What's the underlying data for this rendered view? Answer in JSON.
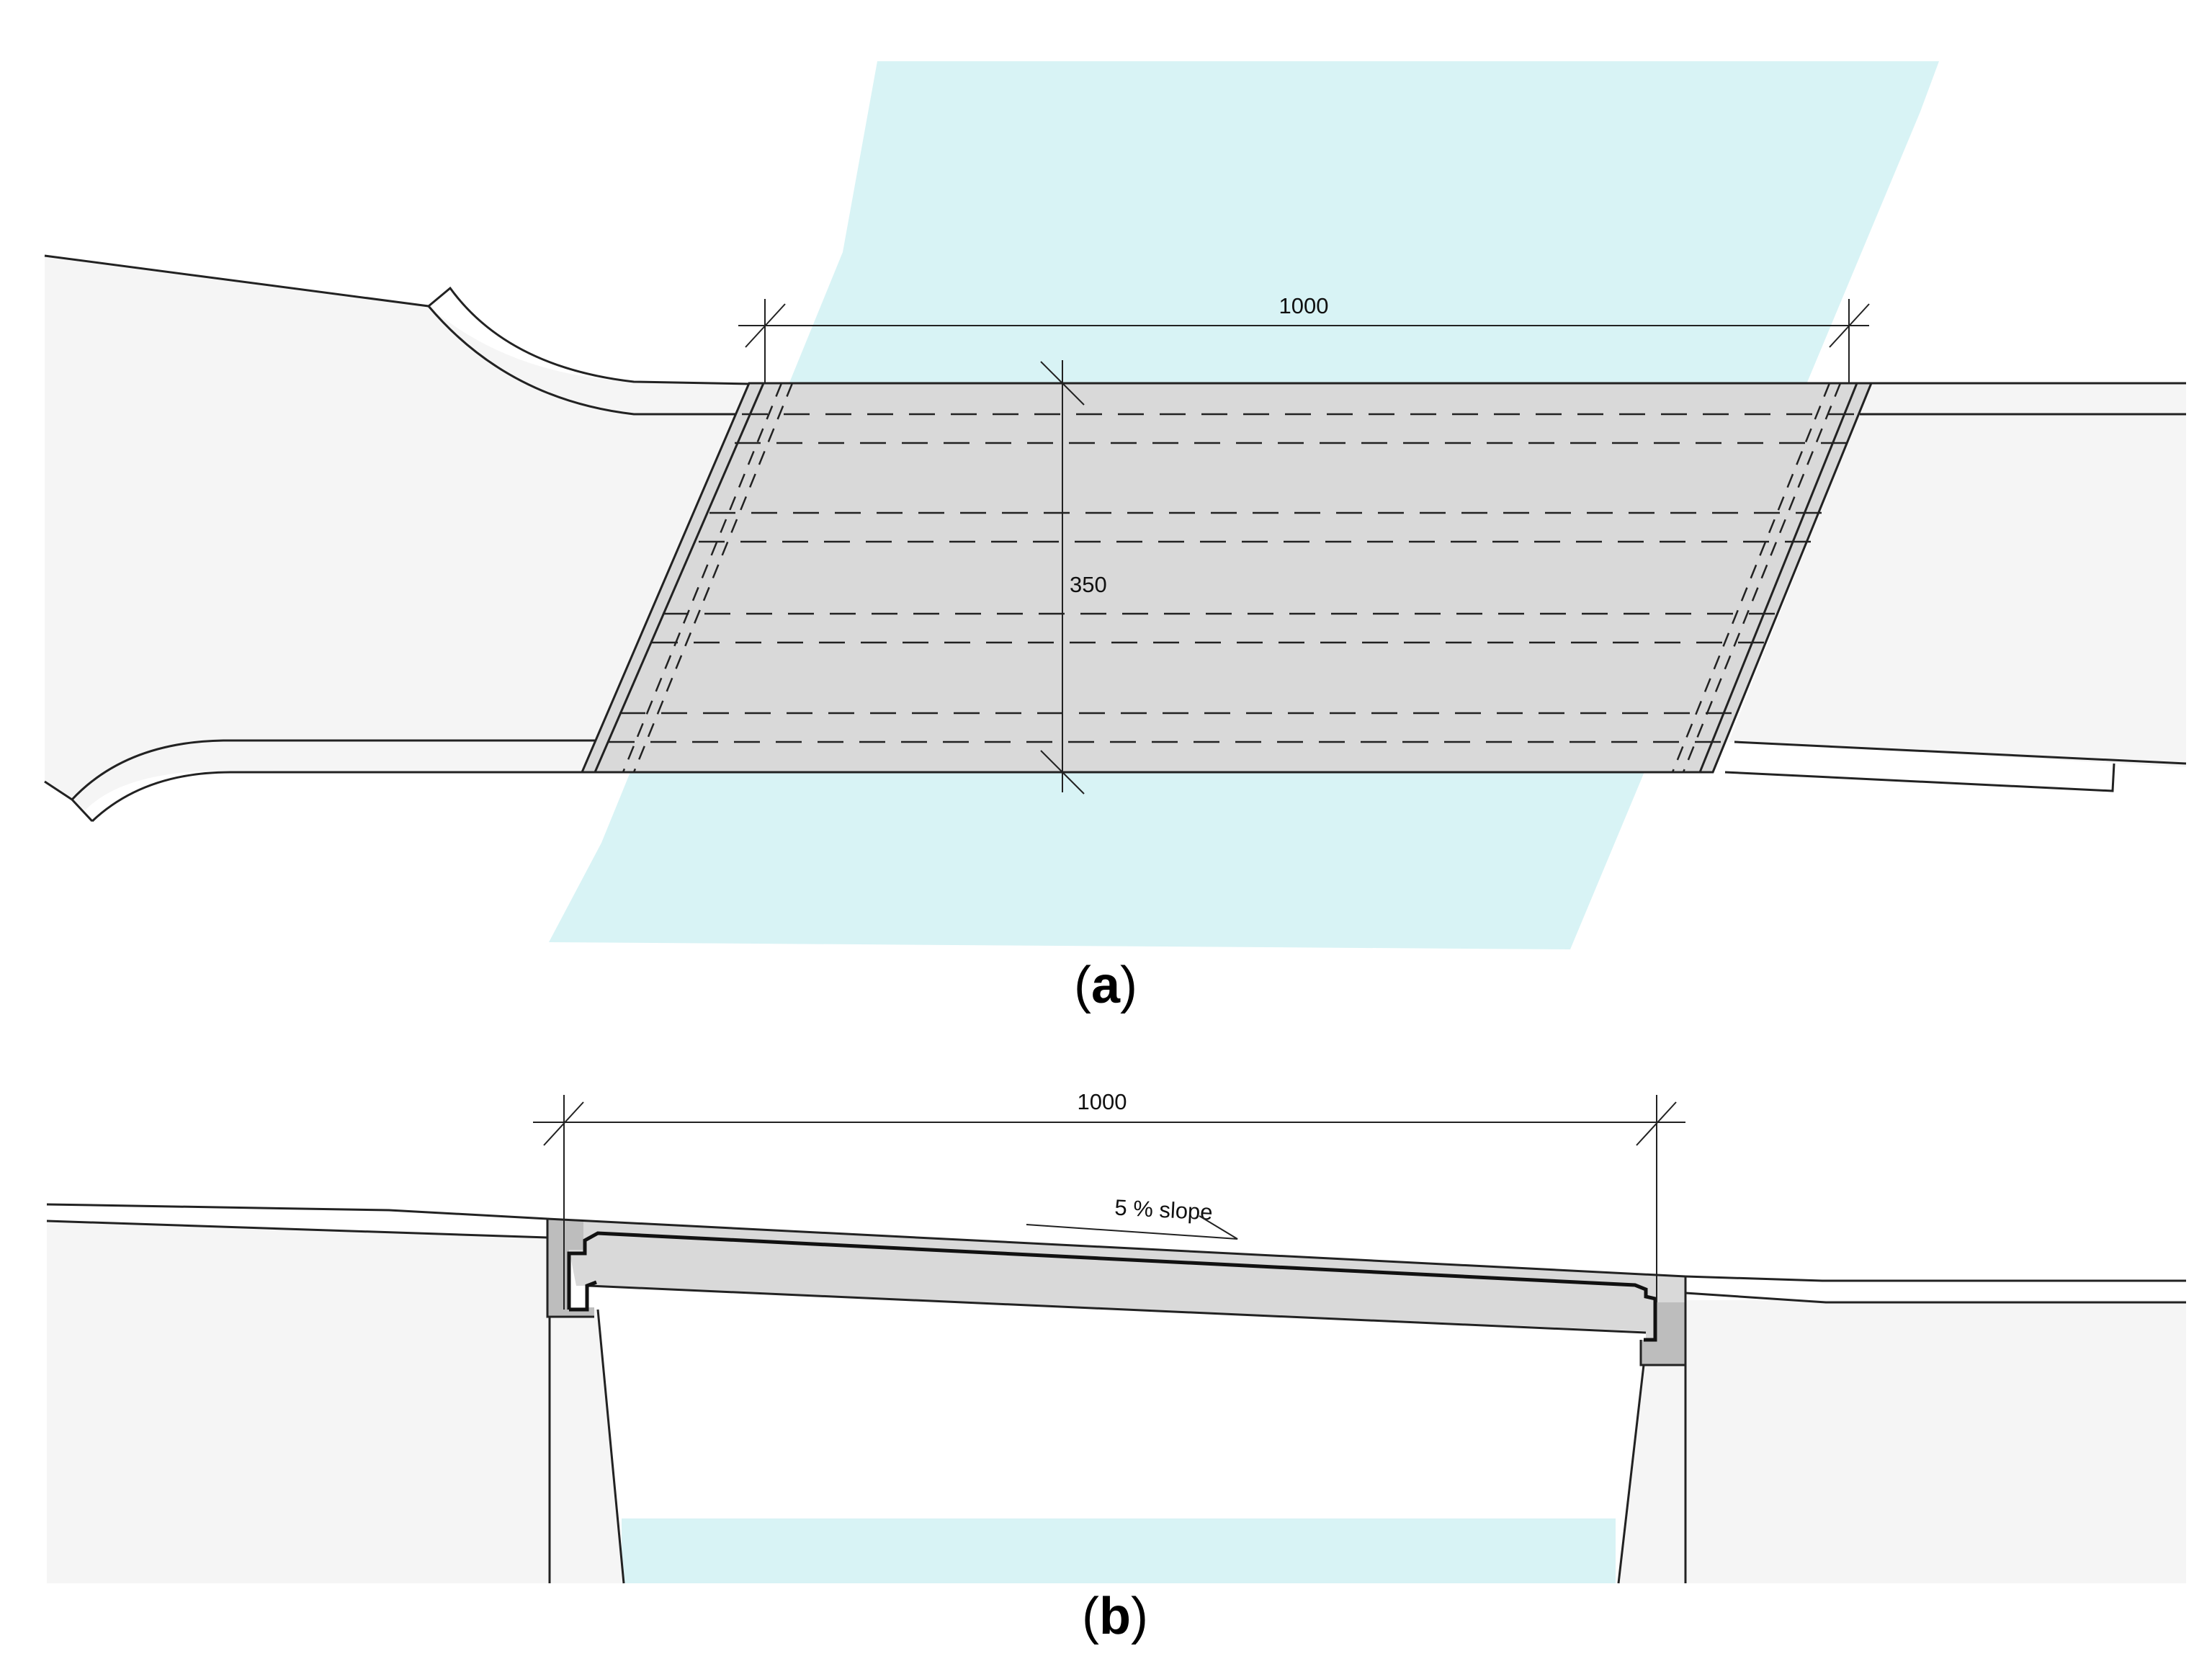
{
  "colors": {
    "water": "#d8f3f5",
    "ground": "#f5f5f5",
    "deck": "#d9d9d9",
    "abutment": "#bdbdbd",
    "line": "#222222"
  },
  "panel_a": {
    "label_letter": "a",
    "span_dimension": "1000",
    "width_dimension": "350"
  },
  "panel_b": {
    "label_letter": "b",
    "span_dimension": "1000",
    "slope_label": "5 % slope"
  }
}
